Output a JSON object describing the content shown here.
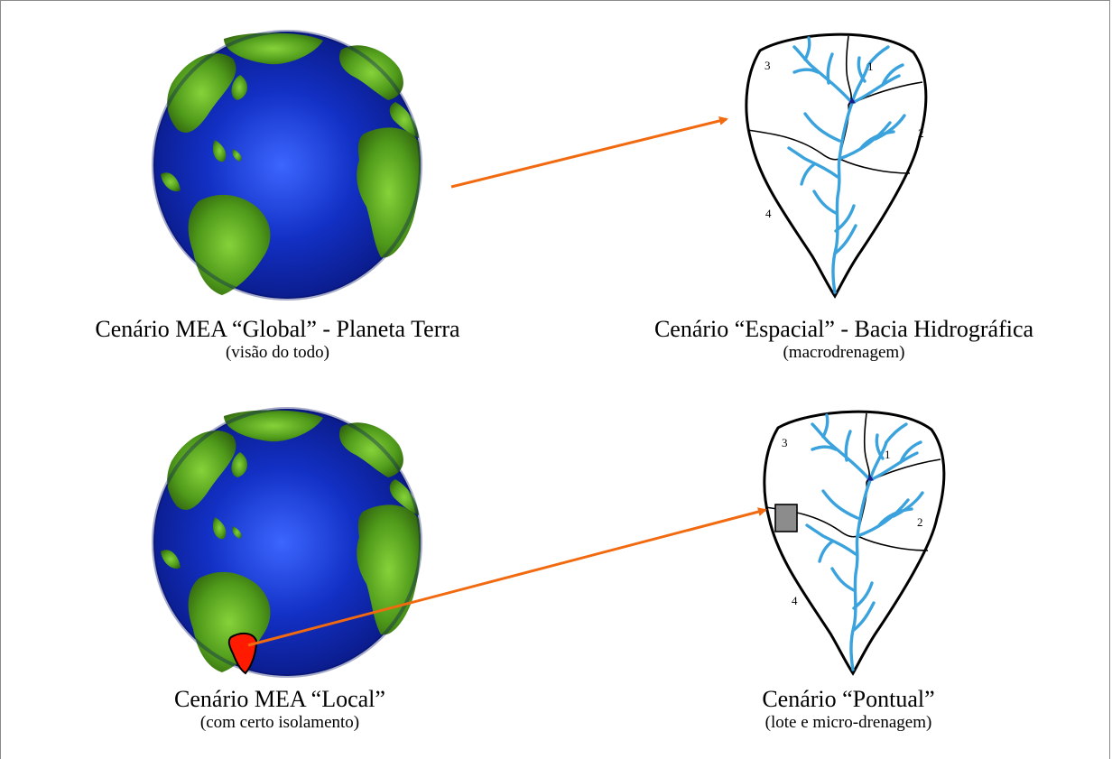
{
  "scenarios": {
    "global": {
      "title": "Cenário MEA “Global” - Planeta Terra",
      "subtitle": "(visão do todo)"
    },
    "espacial": {
      "title": "Cenário “Espacial” - Bacia Hidrográfica",
      "subtitle": "(macrodrenagem)"
    },
    "local": {
      "title": "Cenário MEA “Local”",
      "subtitle": "(com certo isolamento)"
    },
    "pontual": {
      "title": "Cenário “Pontual”",
      "subtitle": "(lote e micro-drenagem)"
    }
  },
  "basin": {
    "subbasin_numbers": [
      "1",
      "2",
      "3",
      "4"
    ]
  },
  "colors": {
    "ocean": "#0b1f9c",
    "land": "#5aa51c",
    "arrow": "#f26a10",
    "river": "#3aa2dc",
    "highlight": "#ff1a00",
    "lot": "#8c8c8c"
  }
}
